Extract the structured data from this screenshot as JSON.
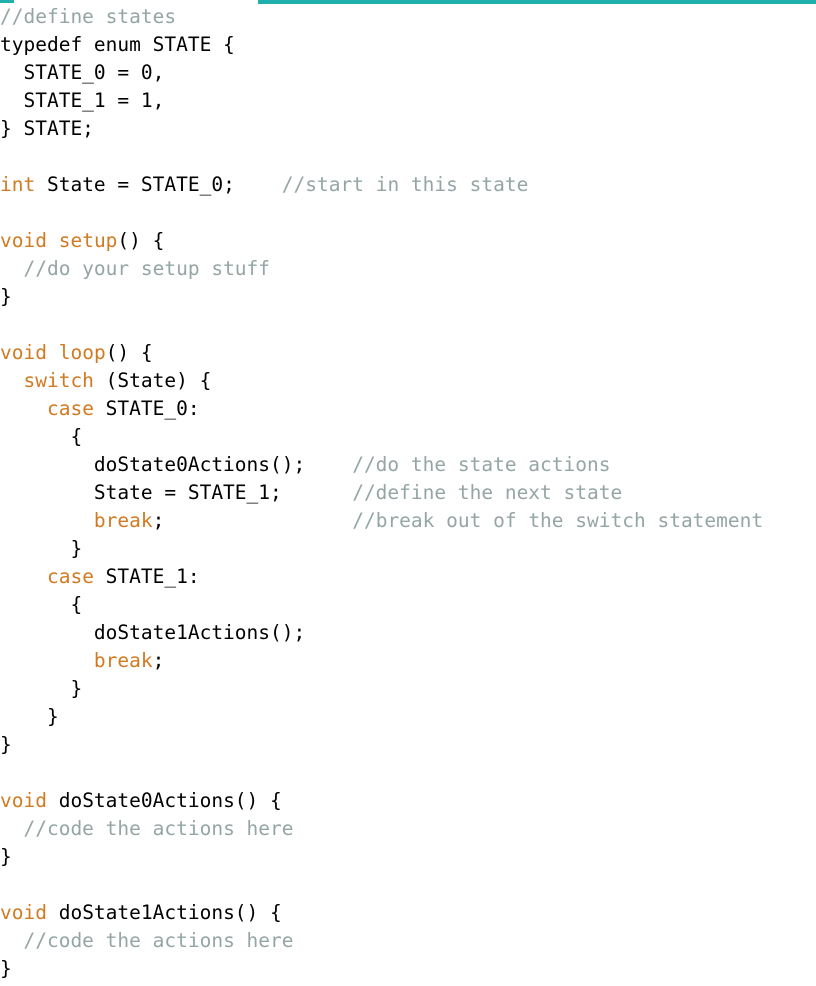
{
  "colors": {
    "accent": "#1fb0ad",
    "keyword": "#d17a22",
    "comment": "#95a5a6",
    "text": "#000000"
  },
  "code": {
    "lines": [
      [
        [
          "cm",
          "//define states"
        ]
      ],
      [
        [
          "tx",
          "typedef enum STATE {"
        ]
      ],
      [
        [
          "tx",
          "  STATE_0 = 0,"
        ]
      ],
      [
        [
          "tx",
          "  STATE_1 = 1,"
        ]
      ],
      [
        [
          "tx",
          "} STATE;"
        ]
      ],
      [],
      [
        [
          "kw",
          "int"
        ],
        [
          "tx",
          " State = STATE_0;    "
        ],
        [
          "cm",
          "//start in this state"
        ]
      ],
      [],
      [
        [
          "kw",
          "void"
        ],
        [
          "tx",
          " "
        ],
        [
          "kw",
          "setup"
        ],
        [
          "tx",
          "() {"
        ]
      ],
      [
        [
          "tx",
          "  "
        ],
        [
          "cm",
          "//do your setup stuff"
        ]
      ],
      [
        [
          "tx",
          "}"
        ]
      ],
      [],
      [
        [
          "kw",
          "void"
        ],
        [
          "tx",
          " "
        ],
        [
          "kw",
          "loop"
        ],
        [
          "tx",
          "() {"
        ]
      ],
      [
        [
          "tx",
          "  "
        ],
        [
          "kw",
          "switch"
        ],
        [
          "tx",
          " (State) {"
        ]
      ],
      [
        [
          "tx",
          "    "
        ],
        [
          "kw",
          "case"
        ],
        [
          "tx",
          " STATE_0:"
        ]
      ],
      [
        [
          "tx",
          "      {"
        ]
      ],
      [
        [
          "tx",
          "        doState0Actions();    "
        ],
        [
          "cm",
          "//do the state actions"
        ]
      ],
      [
        [
          "tx",
          "        State = STATE_1;      "
        ],
        [
          "cm",
          "//define the next state"
        ]
      ],
      [
        [
          "tx",
          "        "
        ],
        [
          "kw",
          "break"
        ],
        [
          "tx",
          ";                "
        ],
        [
          "cm",
          "//break out of the switch statement"
        ]
      ],
      [
        [
          "tx",
          "      }"
        ]
      ],
      [
        [
          "tx",
          "    "
        ],
        [
          "kw",
          "case"
        ],
        [
          "tx",
          " STATE_1:"
        ]
      ],
      [
        [
          "tx",
          "      {"
        ]
      ],
      [
        [
          "tx",
          "        doState1Actions();"
        ]
      ],
      [
        [
          "tx",
          "        "
        ],
        [
          "kw",
          "break"
        ],
        [
          "tx",
          ";"
        ]
      ],
      [
        [
          "tx",
          "      }"
        ]
      ],
      [
        [
          "tx",
          "    }"
        ]
      ],
      [
        [
          "tx",
          "}"
        ]
      ],
      [],
      [
        [
          "kw",
          "void"
        ],
        [
          "tx",
          " doState0Actions() {"
        ]
      ],
      [
        [
          "tx",
          "  "
        ],
        [
          "cm",
          "//code the actions here"
        ]
      ],
      [
        [
          "tx",
          "}"
        ]
      ],
      [],
      [
        [
          "kw",
          "void"
        ],
        [
          "tx",
          " doState1Actions() {"
        ]
      ],
      [
        [
          "tx",
          "  "
        ],
        [
          "cm",
          "//code the actions here"
        ]
      ],
      [
        [
          "tx",
          "}"
        ]
      ]
    ]
  }
}
